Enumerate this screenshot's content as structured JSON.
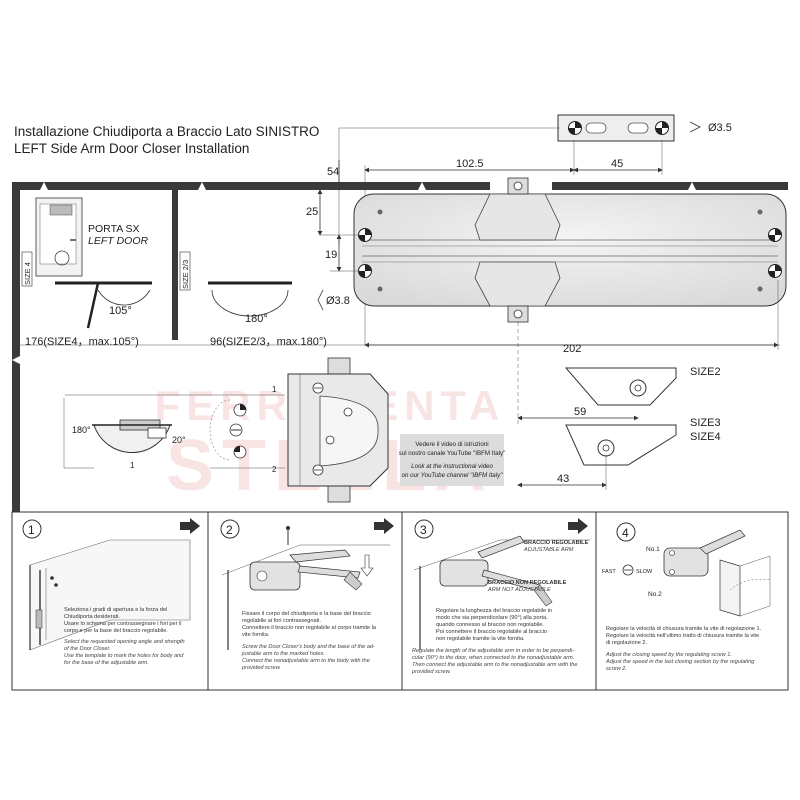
{
  "header": {
    "title_it": "Installazione Chiudiporta a Braccio Lato SINISTRO",
    "title_en": "LEFT Side Arm Door Closer Installation"
  },
  "dimensions": {
    "hole_dia_top": "Ø3.5",
    "hole_dia_side": "Ø3.8",
    "d54": "54",
    "d102": "102.5",
    "d45": "45",
    "d25": "25",
    "d19": "19",
    "d202": "202",
    "d59": "59",
    "d43": "43"
  },
  "door": {
    "label_it": "PORTA SX",
    "label_en": "LEFT DOOR",
    "size4_tag": "SIZE 4",
    "size23_tag": "SIZE 2/3",
    "angle105": "105°",
    "angle180": "180°",
    "caption_size4": "176(SIZE4，max.105°)",
    "caption_size23": "96(SIZE2/3，max.180°)"
  },
  "brackets": {
    "size2": "SIZE2",
    "size3": "SIZE3",
    "size4": "SIZE4"
  },
  "regulation": {
    "angle180": "180°",
    "angle20": "20°",
    "mark1": "1",
    "screw1": "1",
    "screw2": "2"
  },
  "video_note": {
    "line1": "Vedere il video di istruzioni",
    "line2": "sul nostro canale YouTube \"IBFM Italy\"",
    "line3": "Look at the instructional video",
    "line4": "on our YouTube channel \"IBFM Italy\""
  },
  "steps": [
    {
      "num": "1",
      "it": [
        "Seleziona i gradi di apertura e la forza del",
        "Chiudiporta desiderati.",
        "Usare lo schema per contrassegnare i fori per il",
        "corpo e per la base del braccio regolabile."
      ],
      "en": [
        "Select the requested opening angle and strength",
        "of the Door Closer.",
        "Use the template to mark the holes for body and",
        "for the base of the adjustable arm."
      ]
    },
    {
      "num": "2",
      "it": [
        "Fissare il corpo del chiudiporta e la base del braccio",
        "regolabile ai fori contrassegnati.",
        "Connettere il braccio non regolabile al corpo tramite la",
        "vite fornita."
      ],
      "en": [
        "Screw the Door Closer's body and the base of the ad-",
        "justable arm to the marked holes.",
        "Connect the nonadjustable arm to the body with the",
        "provided screw."
      ]
    },
    {
      "num": "3",
      "it": [
        "Regolare la lunghezza del braccio regolabile in",
        "modo che sia perpendicolare (90°) alla porta,",
        "quando connesso al braccio non regolabile.",
        "Poi connettere il braccio regolabile al braccio",
        "non regolabile tramite la vite fornita."
      ],
      "en": [
        "Regulate the length of the adjustable arm in order to be perpendi-",
        "cular (90°) to the door, when connected to the nonadjustable arm.",
        "Then connect the adjustable arm to the nonadjustable arm with the",
        "provided screw."
      ],
      "label_adj_it": "BRACCIO REGOLABILE",
      "label_adj_en": "ADJUSTABLE ARM",
      "label_nonadj_it": "BRACCIO NON REGOLABILE",
      "label_nonadj_en": "ARM NOT ADJUSTABLE"
    },
    {
      "num": "4",
      "it": [
        "Regolare la velocità di chiusura tramite la vite di regolazione 1.",
        "Regolare la velocità nell'ultimo tratto di chiusura tramite la vite",
        "di regolazione 2."
      ],
      "en": [
        "Adjust the closing speed by the regulating screw 1.",
        "Adjust the speed in the last closing section by the regulating",
        "screw 2."
      ],
      "no1": "No.1",
      "no2": "No.2",
      "fast": "FAST",
      "slow": "SLOW"
    }
  ],
  "watermark": {
    "line1": "FERRAMENTA",
    "line2": "STELLA"
  }
}
